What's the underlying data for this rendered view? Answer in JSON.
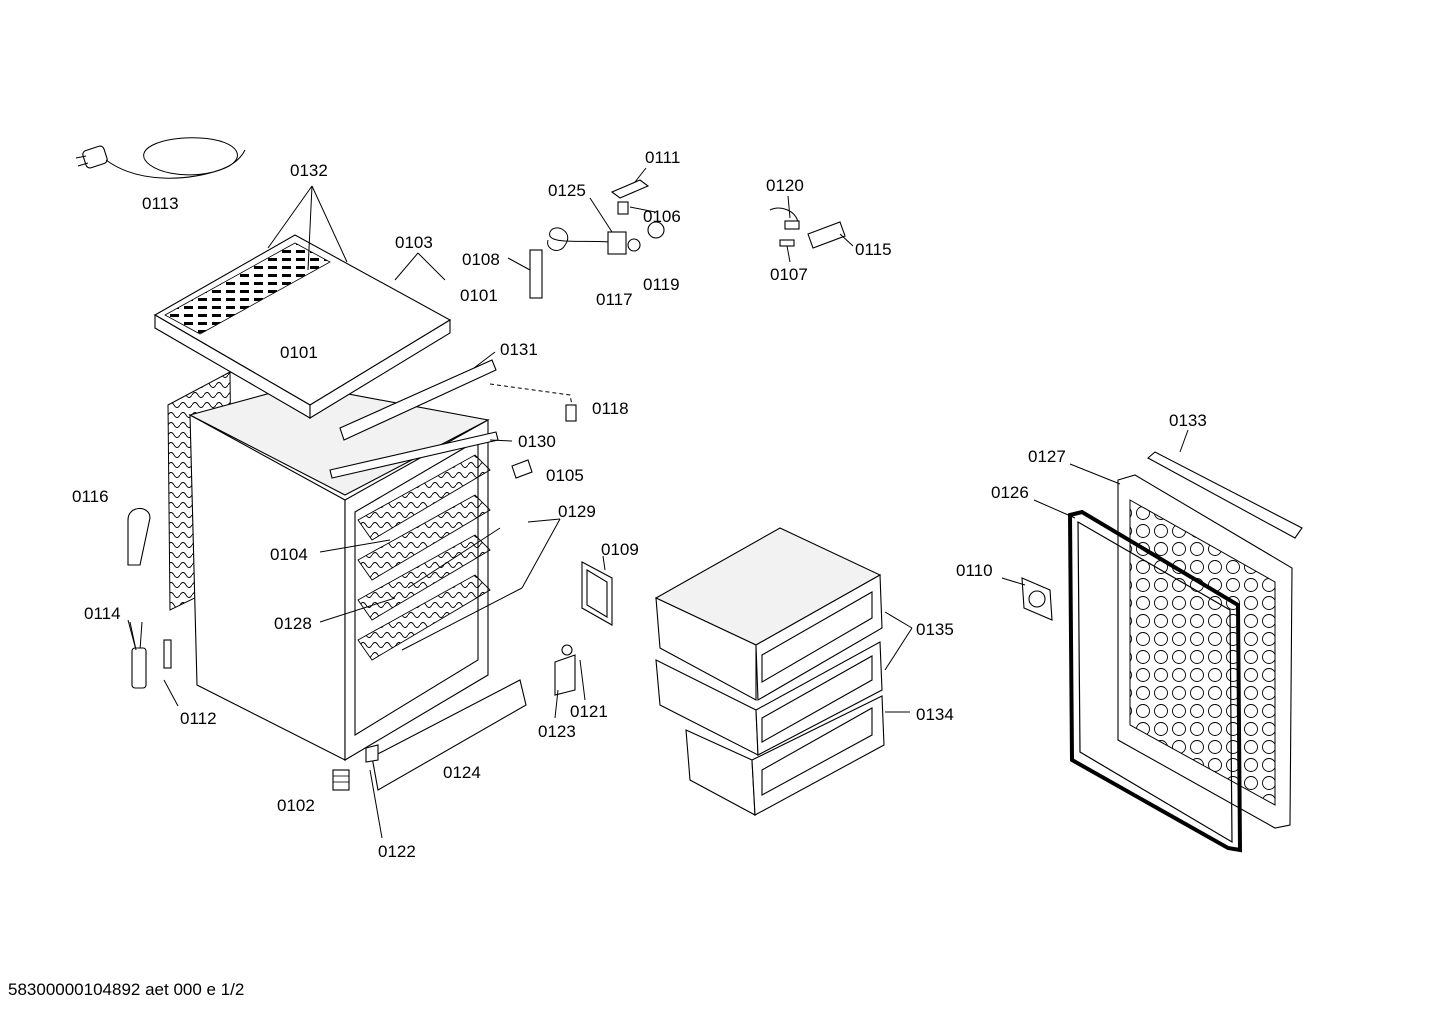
{
  "labels": {
    "l0101a": "0101",
    "l0101b": "0101",
    "l0102": "0102",
    "l0103": "0103",
    "l0104": "0104",
    "l0105": "0105",
    "l0106": "0106",
    "l0107": "0107",
    "l0108": "0108",
    "l0109": "0109",
    "l0110": "0110",
    "l0111": "0111",
    "l0112": "0112",
    "l0113": "0113",
    "l0114": "0114",
    "l0115": "0115",
    "l0116": "0116",
    "l0117": "0117",
    "l0118": "0118",
    "l0119": "0119",
    "l0120": "0120",
    "l0121": "0121",
    "l0122": "0122",
    "l0123": "0123",
    "l0124": "0124",
    "l0125": "0125",
    "l0126": "0126",
    "l0127": "0127",
    "l0128": "0128",
    "l0129": "0129",
    "l0130": "0130",
    "l0131": "0131",
    "l0132": "0132",
    "l0133": "0133",
    "l0134": "0134",
    "l0135": "0135"
  },
  "footer": "58300000104892 aet 000 e 1/2"
}
